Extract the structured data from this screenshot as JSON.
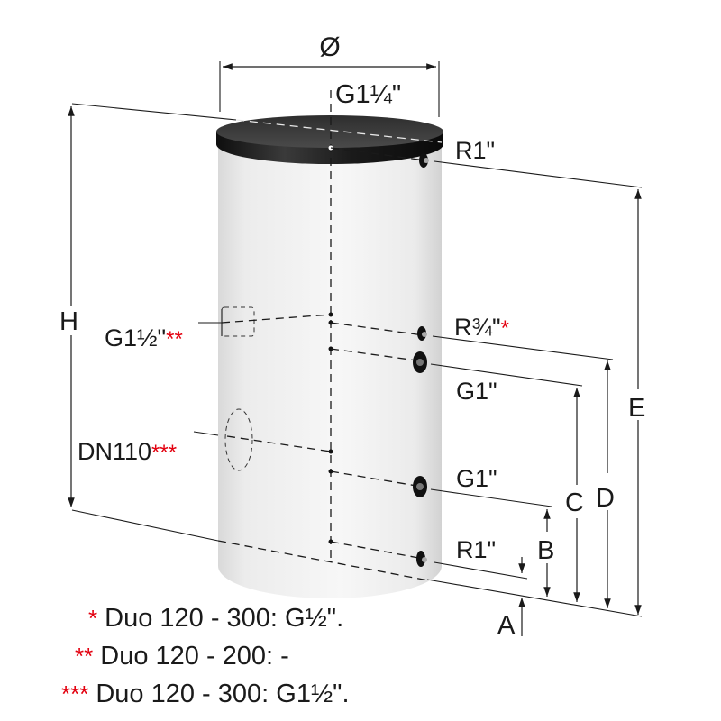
{
  "diagram": {
    "subject": "Hot water storage tank dimension drawing",
    "top": {
      "diameter_symbol": "Ø",
      "top_connection": "G1¼\""
    },
    "right_connections": [
      {
        "id": "r1-top",
        "label": "R1\"",
        "marker": ""
      },
      {
        "id": "r34",
        "label": "R¾\"",
        "marker": "*"
      },
      {
        "id": "g1-upper",
        "label": "G1\"",
        "marker": ""
      },
      {
        "id": "g1-lower",
        "label": "G1\"",
        "marker": ""
      },
      {
        "id": "r1-bottom",
        "label": "R1\"",
        "marker": ""
      }
    ],
    "left_connections": [
      {
        "id": "g112",
        "label": "G1½\"",
        "marker": "**"
      },
      {
        "id": "dn110",
        "label": "DN110",
        "marker": "***"
      }
    ],
    "dimensions": {
      "height": "H",
      "a": "A",
      "b": "B",
      "c": "C",
      "d": "D",
      "e": "E"
    },
    "footnotes": [
      {
        "marker": "*",
        "text": "Duo 120 - 300: G½\"."
      },
      {
        "marker": "**",
        "text": "Duo 120 - 200: -"
      },
      {
        "marker": "***",
        "text": "Duo 120 - 300: G1½\"."
      }
    ],
    "colors": {
      "accent_red": "#e3000f",
      "tank_body": "#eeeeee",
      "tank_cap": "#1c1c1c",
      "line": "#1a1a1a"
    }
  }
}
